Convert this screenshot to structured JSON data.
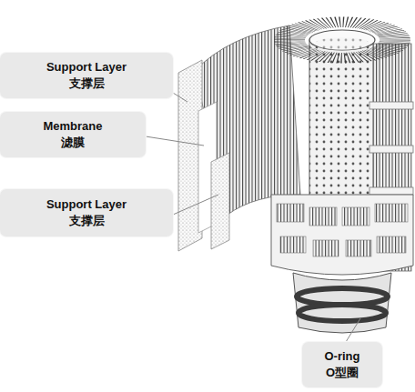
{
  "diagram": {
    "nodes": [
      {
        "text": [
          "Support Layer",
          "支撑层"
        ]
      },
      {
        "text": [
          "Membrane",
          "滤膜"
        ]
      },
      {
        "text": [
          "Support Layer",
          "支撑层"
        ]
      },
      {
        "text": [
          "O-ring",
          "O型圈"
        ]
      }
    ]
  }
}
